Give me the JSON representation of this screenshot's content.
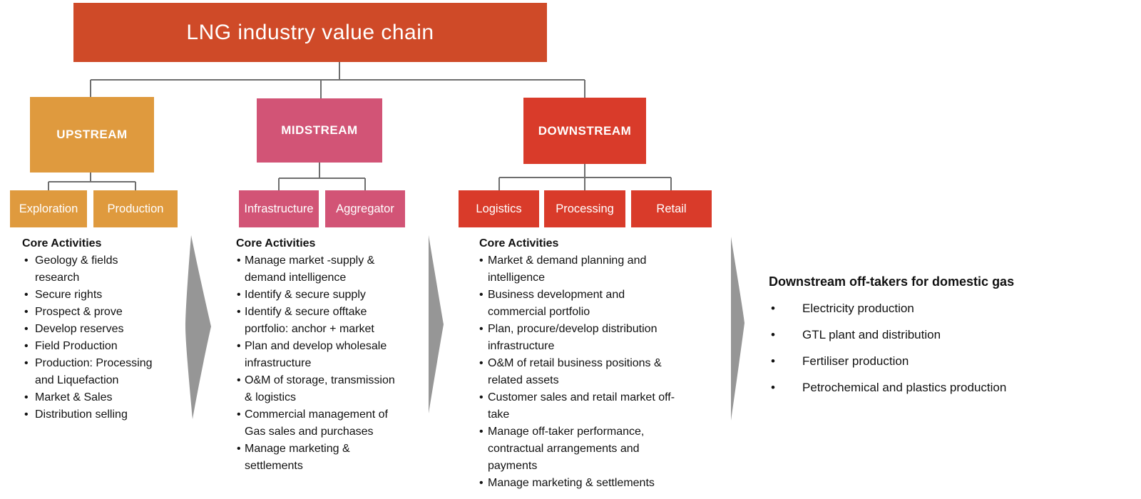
{
  "title": "LNG industry value chain",
  "streams": [
    {
      "name": "UPSTREAM",
      "sub_boxes": [
        "Exploration",
        "Production"
      ],
      "core_activities_heading": "Core Activities",
      "activities": [
        "Geology & fields research",
        "Secure rights",
        "Prospect & prove",
        "Develop reserves",
        "Field Production",
        "Production: Processing and Liquefaction",
        "Market & Sales",
        "Distribution selling"
      ]
    },
    {
      "name": "MIDSTREAM",
      "sub_boxes": [
        "Infrastructure",
        "Aggregator"
      ],
      "core_activities_heading": "Core Activities",
      "activities": [
        "Manage market -supply & demand intelligence",
        "Identify & secure supply",
        "Identify & secure offtake portfolio: anchor + market",
        "Plan and develop wholesale infrastructure",
        "O&M of storage, transmission & logistics",
        "Commercial management of Gas sales and purchases",
        "Manage marketing & settlements"
      ]
    },
    {
      "name": "DOWNSTREAM",
      "sub_boxes": [
        "Logistics",
        "Processing",
        "Retail"
      ],
      "core_activities_heading": "Core Activities",
      "activities": [
        "Market & demand planning and intelligence",
        "Business development and commercial portfolio",
        "Plan, procure/develop distribution infrastructure",
        "O&M of retail business positions & related assets",
        "Customer sales and retail market off-take",
        "Manage off-taker performance, contractual arrangements and payments",
        "Manage marketing & settlements"
      ]
    }
  ],
  "offtakers": {
    "title": "Downstream off-takers for domestic gas",
    "items": [
      "Electricity production",
      "GTL plant and distribution",
      "Fertiliser production",
      "Petrochemical and plastics production"
    ]
  },
  "colors": {
    "banner": "#cf4a28",
    "upstream": "#df9a3e",
    "midstream": "#d25476",
    "downstream": "#d93b2a",
    "connector_line": "#6e6e6e",
    "arrow": "#969696"
  }
}
